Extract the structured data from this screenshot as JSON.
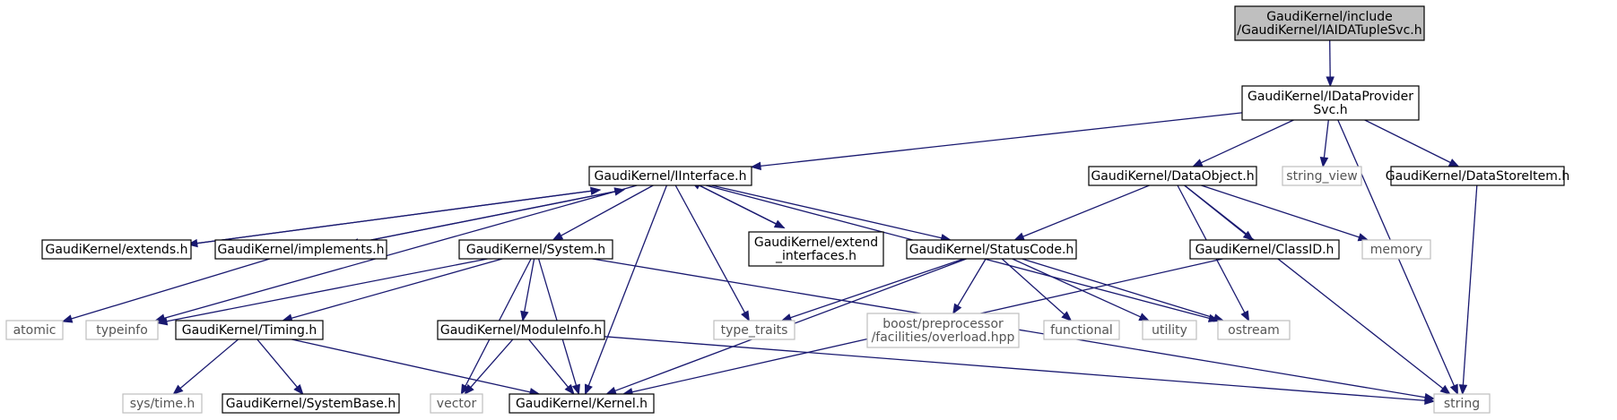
{
  "colors": {
    "edge": "#191970",
    "root_fill": "#bfbfbf",
    "external_border": "#bfbfbf"
  },
  "nodes": [
    {
      "id": "root",
      "kind": "root",
      "lines": [
        "GaudiKernel/include",
        "/GaudiKernel/IAIDATupleSvc.h"
      ]
    },
    {
      "id": "idp",
      "kind": "normal",
      "lines": [
        "GaudiKernel/IDataProvider",
        "Svc.h"
      ]
    },
    {
      "id": "iint",
      "kind": "normal",
      "lines": [
        "GaudiKernel/IInterface.h"
      ]
    },
    {
      "id": "dobj",
      "kind": "normal",
      "lines": [
        "GaudiKernel/DataObject.h"
      ]
    },
    {
      "id": "sview",
      "kind": "ext",
      "lines": [
        "string_view"
      ]
    },
    {
      "id": "dsi",
      "kind": "normal",
      "lines": [
        "GaudiKernel/DataStoreItem.h"
      ]
    },
    {
      "id": "extends",
      "kind": "normal",
      "lines": [
        "GaudiKernel/extends.h"
      ]
    },
    {
      "id": "impl",
      "kind": "normal",
      "lines": [
        "GaudiKernel/implements.h"
      ]
    },
    {
      "id": "system",
      "kind": "normal",
      "lines": [
        "GaudiKernel/System.h"
      ]
    },
    {
      "id": "extif",
      "kind": "normal",
      "lines": [
        "GaudiKernel/extend",
        "_interfaces.h"
      ]
    },
    {
      "id": "status",
      "kind": "normal",
      "lines": [
        "GaudiKernel/StatusCode.h"
      ]
    },
    {
      "id": "classid",
      "kind": "normal",
      "lines": [
        "GaudiKernel/ClassID.h"
      ]
    },
    {
      "id": "memory",
      "kind": "ext",
      "lines": [
        "memory"
      ]
    },
    {
      "id": "atomic",
      "kind": "ext",
      "lines": [
        "atomic"
      ]
    },
    {
      "id": "typeinfo",
      "kind": "ext",
      "lines": [
        "typeinfo"
      ]
    },
    {
      "id": "timing",
      "kind": "normal",
      "lines": [
        "GaudiKernel/Timing.h"
      ]
    },
    {
      "id": "modinfo",
      "kind": "normal",
      "lines": [
        "GaudiKernel/ModuleInfo.h"
      ]
    },
    {
      "id": "ttraits",
      "kind": "ext",
      "lines": [
        "type_traits"
      ]
    },
    {
      "id": "boost",
      "kind": "ext",
      "lines": [
        "boost/preprocessor",
        "/facilities/overload.hpp"
      ]
    },
    {
      "id": "functional",
      "kind": "ext",
      "lines": [
        "functional"
      ]
    },
    {
      "id": "utility",
      "kind": "ext",
      "lines": [
        "utility"
      ]
    },
    {
      "id": "ostream",
      "kind": "ext",
      "lines": [
        "ostream"
      ]
    },
    {
      "id": "systime",
      "kind": "ext",
      "lines": [
        "sys/time.h"
      ]
    },
    {
      "id": "sysbase",
      "kind": "normal",
      "lines": [
        "GaudiKernel/SystemBase.h"
      ]
    },
    {
      "id": "vector",
      "kind": "ext",
      "lines": [
        "vector"
      ]
    },
    {
      "id": "kernel",
      "kind": "normal",
      "lines": [
        "GaudiKernel/Kernel.h"
      ]
    },
    {
      "id": "string",
      "kind": "ext",
      "lines": [
        "string"
      ]
    }
  ],
  "edges": [
    {
      "from": "root",
      "to": "idp"
    },
    {
      "from": "idp",
      "to": "iint"
    },
    {
      "from": "idp",
      "to": "dobj"
    },
    {
      "from": "idp",
      "to": "sview"
    },
    {
      "from": "idp",
      "to": "dsi"
    },
    {
      "from": "idp",
      "to": "string"
    },
    {
      "from": "iint",
      "to": "extends"
    },
    {
      "from": "extends",
      "to": "iint"
    },
    {
      "from": "iint",
      "to": "impl"
    },
    {
      "from": "impl",
      "to": "iint"
    },
    {
      "from": "iint",
      "to": "typeinfo"
    },
    {
      "from": "iint",
      "to": "system"
    },
    {
      "from": "iint",
      "to": "kernel"
    },
    {
      "from": "iint",
      "to": "ttraits"
    },
    {
      "from": "iint",
      "to": "extif"
    },
    {
      "from": "extif",
      "to": "iint"
    },
    {
      "from": "iint",
      "to": "status"
    },
    {
      "from": "iint",
      "to": "ostream"
    },
    {
      "from": "impl",
      "to": "atomic"
    },
    {
      "from": "system",
      "to": "typeinfo"
    },
    {
      "from": "system",
      "to": "timing"
    },
    {
      "from": "system",
      "to": "vector"
    },
    {
      "from": "system",
      "to": "kernel"
    },
    {
      "from": "system",
      "to": "modinfo"
    },
    {
      "from": "system",
      "to": "string"
    },
    {
      "from": "timing",
      "to": "systime"
    },
    {
      "from": "timing",
      "to": "sysbase"
    },
    {
      "from": "timing",
      "to": "kernel"
    },
    {
      "from": "modinfo",
      "to": "vector"
    },
    {
      "from": "modinfo",
      "to": "kernel"
    },
    {
      "from": "modinfo",
      "to": "string"
    },
    {
      "from": "dobj",
      "to": "status"
    },
    {
      "from": "dobj",
      "to": "classid"
    },
    {
      "from": "dobj",
      "to": "memory"
    },
    {
      "from": "dobj",
      "to": "ostream"
    },
    {
      "from": "dobj",
      "to": "string"
    },
    {
      "from": "status",
      "to": "ttraits"
    },
    {
      "from": "status",
      "to": "boost"
    },
    {
      "from": "status",
      "to": "functional"
    },
    {
      "from": "status",
      "to": "utility"
    },
    {
      "from": "status",
      "to": "ostream"
    },
    {
      "from": "status",
      "to": "kernel"
    },
    {
      "from": "classid",
      "to": "kernel"
    },
    {
      "from": "dsi",
      "to": "string"
    }
  ]
}
